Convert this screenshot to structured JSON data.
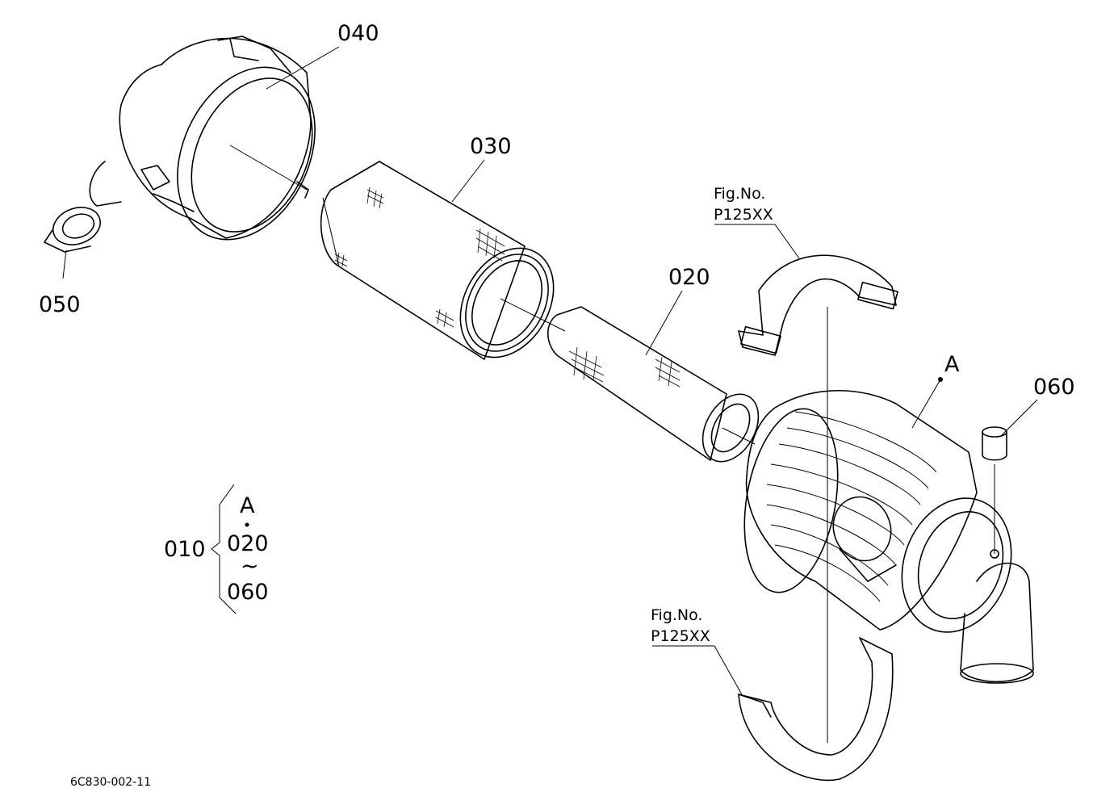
{
  "labels": {
    "p040": "040",
    "p030": "030",
    "p020": "020",
    "p050": "050",
    "p060": "060",
    "pointA": "A",
    "fig_top_line1": "Fig.No.",
    "fig_top_line2": "P125XX",
    "fig_bottom_line1": "Fig.No.",
    "fig_bottom_line2": "P125XX",
    "assembly_number": "010",
    "assembly_a": "A",
    "assembly_from": "020",
    "assembly_tilde": "~",
    "assembly_to": "060",
    "drawing_code": "6C830-002-11"
  }
}
